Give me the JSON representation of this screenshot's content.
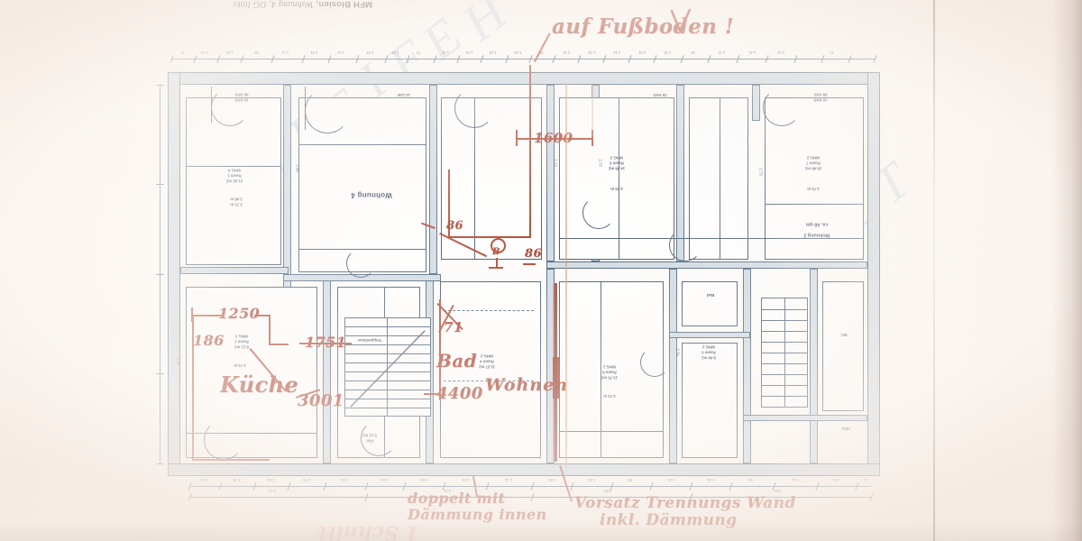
{
  "document": {
    "kind": "scanned-architectural-floor-plan",
    "header_title": "MFH Blosien,",
    "header_sub": "Wohnung 4, OG links",
    "watermark": "DATEI FEHLT"
  },
  "rooms": [
    {
      "id": "wohnung4",
      "label": "Wohnung 4"
    },
    {
      "id": "wohnung2",
      "label_line1": "Wohnung 2",
      "label_line2": "ca. 68 qm"
    }
  ],
  "printed_labels": [
    "WHG 4",
    "Raum 1",
    "21.42 m2",
    "2.72 m",
    "2.48 m",
    "WHG 3",
    "Raum 5",
    "14.86 m2",
    "WHG 2",
    "Raum 7",
    "20.48 m2",
    "WHG 2",
    "Raum 4",
    "11.37 m2",
    "WHG 2",
    "Raum 3",
    "9.64 m2",
    "WHG 3",
    "Raum 2",
    "8.21 m2",
    "WHG 1",
    "Raum 6",
    "13.75 m2",
    "Treppenhaus",
    "Flur",
    "Bad",
    "WC",
    "Abst."
  ],
  "annotations": {
    "top_note": "auf Fußboden !",
    "dim_1600": "1600",
    "mark_86_a": "86",
    "mark_86_b": "86",
    "mark_B": "B",
    "dim_1250": "1250",
    "dim_186": "186",
    "dim_1751": "1751",
    "room_kueche": "Küche",
    "num_3001": "3001",
    "room_bad": "Bad",
    "dim_4400": "4400",
    "num_71": "71",
    "room_wohnen": "Wohnen",
    "bottom_left_l1": "doppelt mit",
    "bottom_left_l2": "Dämmung innen",
    "bottom_right_l1": "Vorsatz Trennungs Wand",
    "bottom_right_l2": "inkl. Dämmung"
  },
  "dimension_chain_top": [
    "11",
    "1.01",
    "1.51",
    "90",
    "1.11",
    "1.61",
    "1.11",
    "1.51",
    "1.01",
    "74",
    "1.11",
    "1.21",
    "1.01",
    "1.61",
    "76",
    "1.11",
    "1.31",
    "1.11",
    "1.01",
    "1.11",
    "61",
    "1.11",
    "1.41",
    "1.11",
    "42"
  ],
  "dimension_chain_bottom": [
    "1.24",
    "1.01",
    "1.52",
    "2.75",
    "1.11",
    "1.01",
    "1.61",
    "2.01",
    "1.11",
    "1.51",
    "1.11",
    "82",
    "1.21",
    "1.01",
    "62",
    "1.11",
    "1.41",
    "11"
  ],
  "colors": {
    "paper": "#fdfcfa",
    "wall_fill": "#c3d2de",
    "ink_blue": "#2d4660",
    "pen_red": "#a02814",
    "vorsatz_red": "#8e2411",
    "bleed_pink": "#e8b5a4",
    "watermark_blue": "#96b2c8"
  }
}
